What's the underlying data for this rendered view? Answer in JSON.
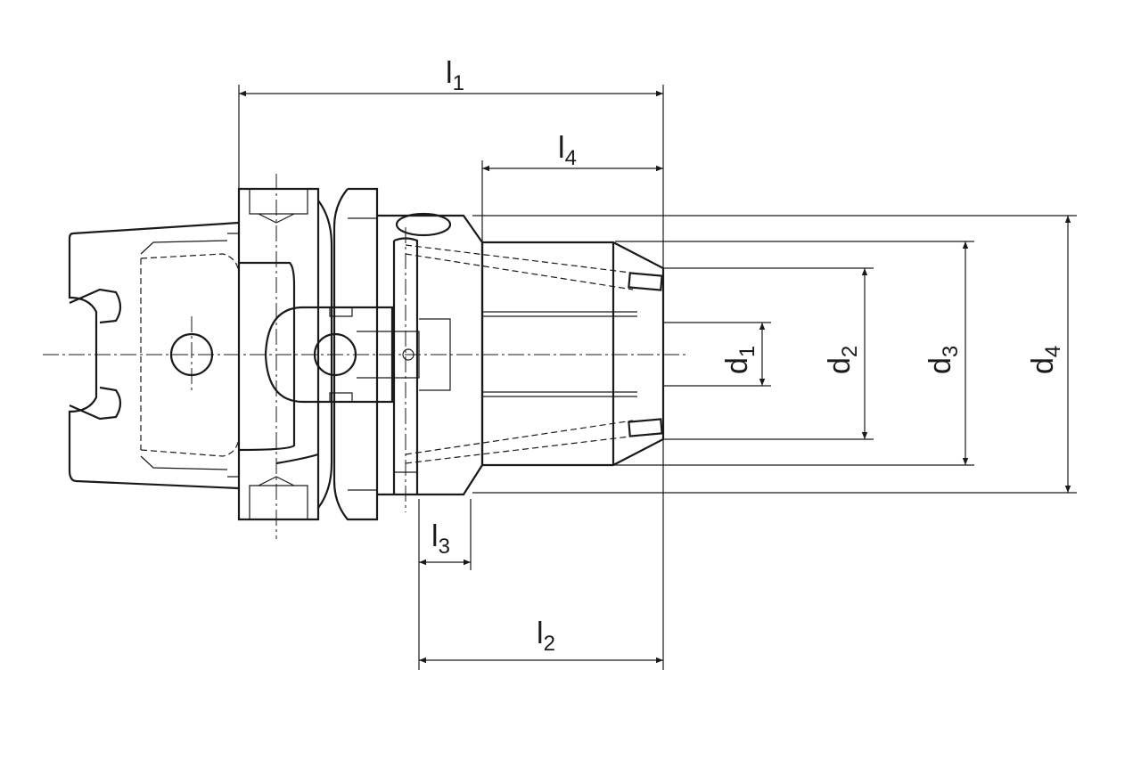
{
  "drawing": {
    "dimensions": {
      "l1": {
        "main": "l",
        "sub": "1"
      },
      "l2": {
        "main": "l",
        "sub": "2"
      },
      "l3": {
        "main": "l",
        "sub": "3"
      },
      "l4": {
        "main": "l",
        "sub": "4"
      },
      "d1": {
        "main": "d",
        "sub": "1"
      },
      "d2": {
        "main": "d",
        "sub": "2"
      },
      "d3": {
        "main": "d",
        "sub": "3"
      },
      "d4": {
        "main": "d",
        "sub": "4"
      }
    }
  }
}
